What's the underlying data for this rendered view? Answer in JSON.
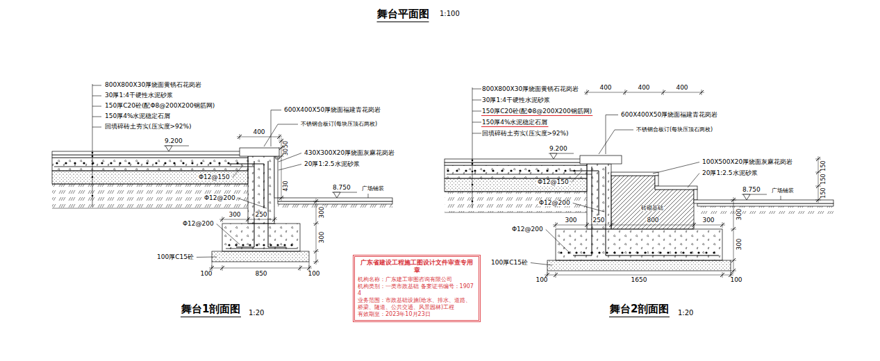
{
  "diagram": {
    "title": "舞台平面图",
    "nodes": [
      {
        "text": [
          "广东省建设工程施工图设计文件审查专用章",
          "机构名称：广东建工审图咨询有限公司",
          "机构类别：一类市政基础 备案证书编号：19074",
          "业务范围：市政基础设施(给水、排水、道路、桥梁、隧道、公共交通、风景园林)工程",
          "有效期至：2023年10月23日"
        ]
      }
    ],
    "labels": [
      "1:100",
      "800X800X30厚烧面黄锈石花岗岩",
      "30厚1:4干硬性水泥砂浆",
      "150厚C20砼(配Φ8@200X200钢筋网)",
      "150厚4%水泥稳定石屑",
      "回填碎砖土夯实(压实度>92%)",
      "400",
      "600X400X50厚烧面福建青花岗岩",
      "不锈钢合板订(每块压顶石两枚)",
      "50",
      "9.200",
      "30",
      "430X300X20厚烧面灰麻花岗岩",
      "20厚1:2.5水泥砂浆",
      "430",
      "8.750",
      "广场铺装",
      "Φ12@150",
      "Φ12@200",
      "300",
      "250",
      "300",
      "Φ12@200",
      "300",
      "100厚C15砼",
      "100",
      "850",
      "100",
      "舞台1剖面图",
      "1:20",
      "800X800X30厚烧面黄锈石花岗岩",
      "30厚1:4干硬性水泥砂浆",
      "150厚C20砼(配Φ8@200X200钢筋网)",
      "150厚4%水泥稳定石屑",
      "回填碎砖土夯实(压实度>92%)",
      "400",
      "400",
      "400",
      "600X400X50厚烧面福建青花岗岩",
      "不锈钢合板订(每块压顶石两枚)",
      "9.200",
      "100X500X20厚烧面灰麻花岗岩",
      "20厚1:2.5水泥砂浆",
      "150",
      "150",
      "150",
      "8.750",
      "广场铺装",
      "Φ12@150",
      "砖砌基础",
      "Φ12@200",
      "300",
      "250",
      "800",
      "300",
      "300",
      "Φ12@200",
      "300",
      "100厚C15砼",
      "100",
      "1650",
      "100",
      "舞台2剖面图",
      "1:20"
    ]
  }
}
